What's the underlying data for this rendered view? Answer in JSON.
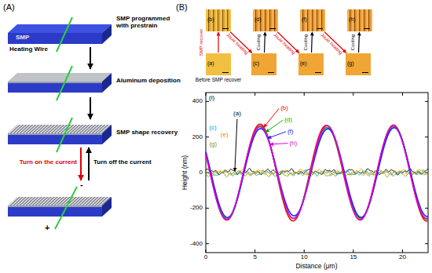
{
  "diagram": {
    "nodes": [
      {
        "text": [
          "(a)",
          "Before SMP recover"
        ]
      },
      {
        "text": [
          "(b)"
        ]
      },
      {
        "text": [
          "(c)"
        ]
      },
      {
        "text": [
          "(d)"
        ]
      },
      {
        "text": [
          "(e)"
        ]
      },
      {
        "text": [
          "(f)"
        ]
      },
      {
        "text": [
          "(g)"
        ]
      },
      {
        "text": [
          "(h)"
        ]
      }
    ],
    "edges": [
      {
        "from": 0,
        "to": 1,
        "arrow": "to",
        "label": "SMP recover"
      },
      {
        "from": 1,
        "to": 2,
        "arrow": "to",
        "label": "Joule heating"
      },
      {
        "from": 2,
        "to": 3,
        "arrow": "to",
        "label": "Cooling"
      },
      {
        "from": 3,
        "to": 4,
        "arrow": "to",
        "label": "Joule heating"
      },
      {
        "from": 4,
        "to": 5,
        "arrow": "to",
        "label": "Cooling"
      },
      {
        "from": 5,
        "to": 6,
        "arrow": "to",
        "label": "Joule heating"
      },
      {
        "from": 6,
        "to": 7,
        "arrow": "to",
        "label": "Cooling"
      }
    ],
    "labels": [
      "(A)",
      "SMP",
      "Heating Wire",
      "SMP programmed with prestrain",
      "Aluminum deposition",
      "SMP shape recovery",
      "Turn on the current",
      "Turn off the current",
      "+",
      "-",
      "(B)",
      "(i)",
      "400",
      "200",
      "0",
      "-200",
      "-400",
      "Height (nm)",
      "0",
      "5",
      "10",
      "15",
      "20",
      "Distance (μm)",
      "(a)",
      "(b)",
      "(d)",
      "(f)",
      "(h)",
      "(c)",
      "(e)",
      "(g)"
    ]
  }
}
